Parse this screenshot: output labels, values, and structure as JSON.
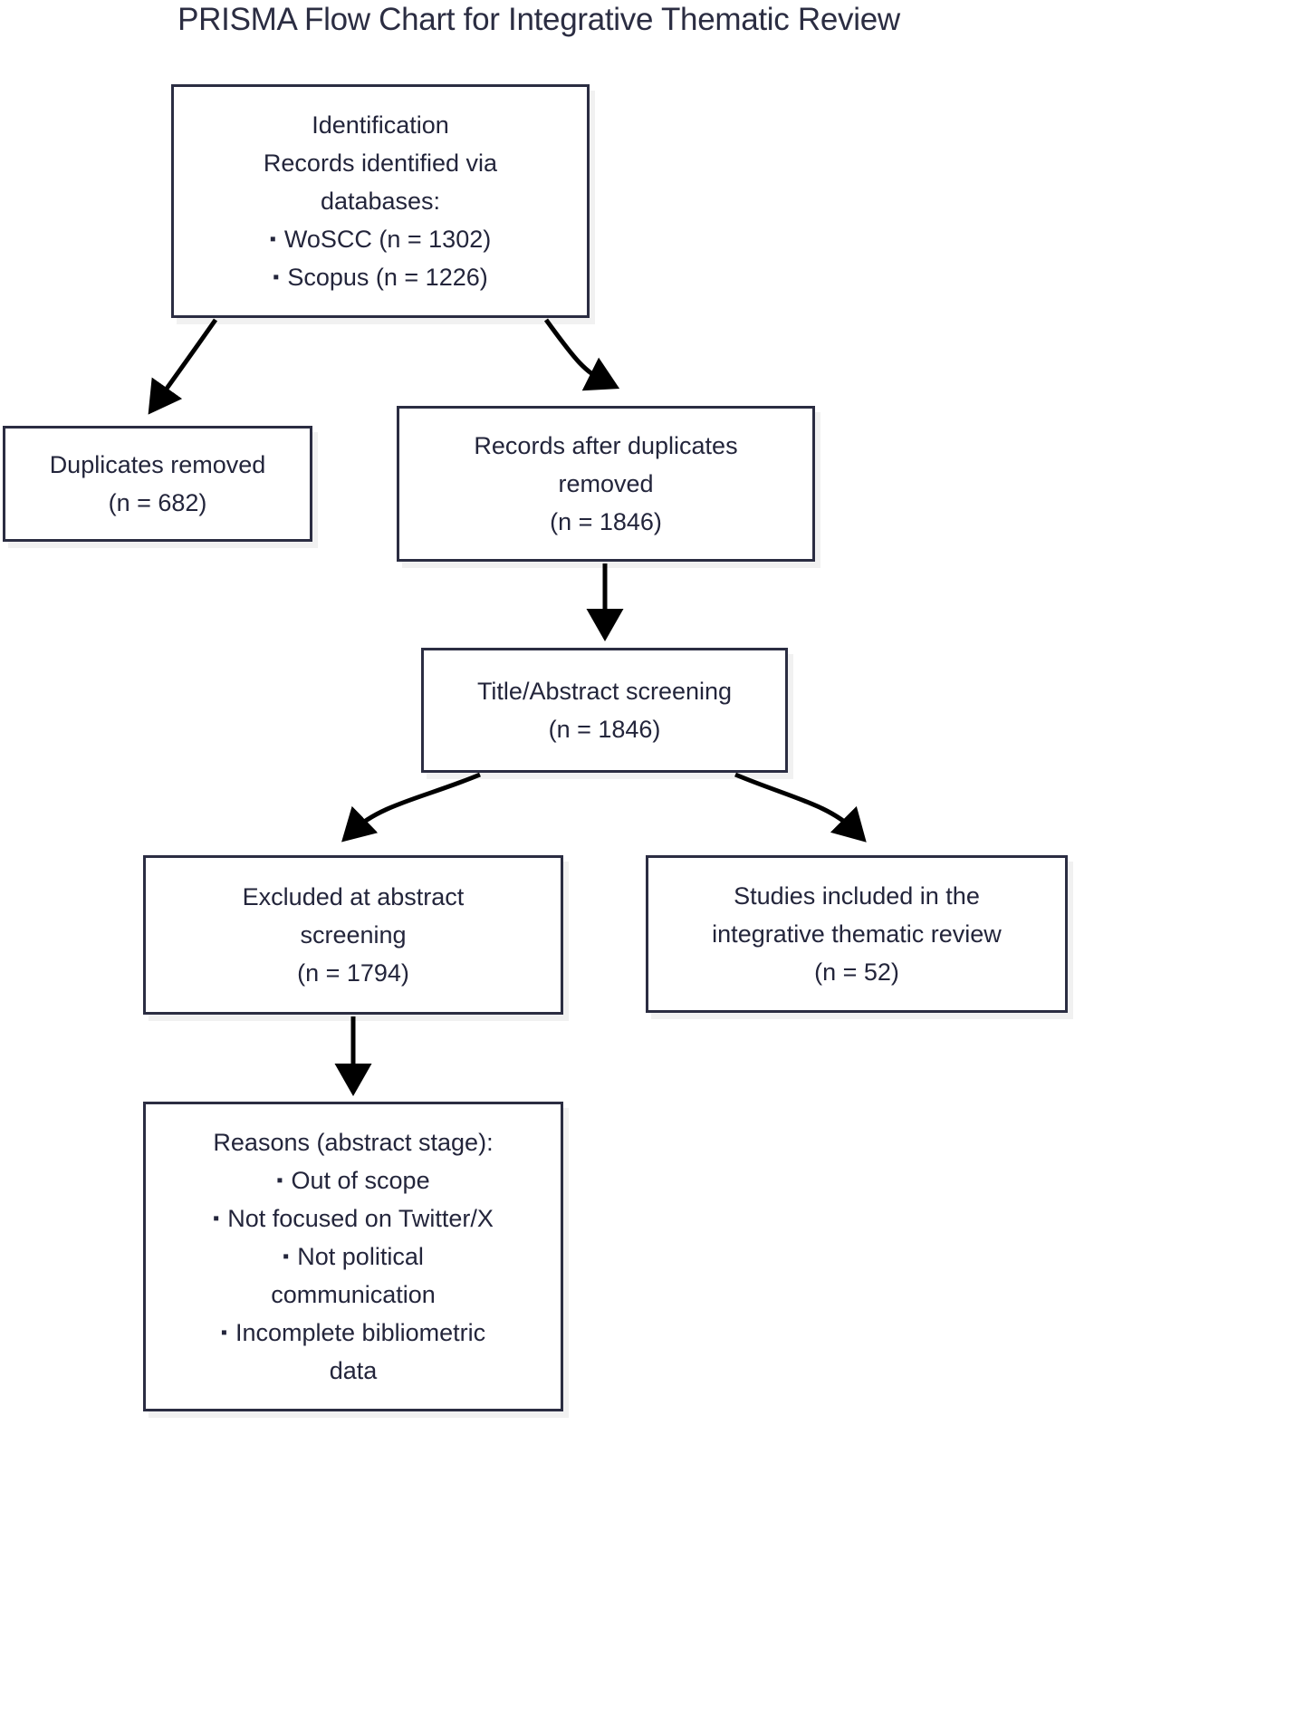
{
  "chart_data": {
    "type": "diagram",
    "diagram_kind": "prisma-flow-chart",
    "title": "PRISMA Flow Chart for Integrative Thematic Review",
    "nodes": [
      {
        "id": "identification",
        "lines": [
          "Identification",
          "Records identified via",
          "databases:"
        ],
        "bullets": [
          "WoSCC (n = 1302)",
          "Scopus (n = 1226)"
        ],
        "counts": {
          "WoSCC": 1302,
          "Scopus": 1226
        }
      },
      {
        "id": "duplicates_removed",
        "lines": [
          "Duplicates removed",
          "(n = 682)"
        ],
        "bullets": [],
        "counts": {
          "n": 682
        }
      },
      {
        "id": "records_after_duplicates",
        "lines": [
          "Records after duplicates",
          "removed",
          "(n = 1846)"
        ],
        "bullets": [],
        "counts": {
          "n": 1846
        }
      },
      {
        "id": "title_abstract_screening",
        "lines": [
          "Title/Abstract screening",
          "(n = 1846)"
        ],
        "bullets": [],
        "counts": {
          "n": 1846
        }
      },
      {
        "id": "excluded_at_abstract",
        "lines": [
          "Excluded at abstract",
          "screening",
          "(n = 1794)"
        ],
        "bullets": [],
        "counts": {
          "n": 1794
        }
      },
      {
        "id": "studies_included",
        "lines": [
          "Studies included in the",
          "integrative thematic review",
          "(n = 52)"
        ],
        "bullets": [],
        "counts": {
          "n": 52
        }
      },
      {
        "id": "reasons_abstract_stage",
        "lines": [
          "Reasons (abstract stage):"
        ],
        "bullets": [
          "Out of scope",
          "Not focused on Twitter/X",
          "Not political communication",
          "Incomplete bibliometric data"
        ],
        "counts": {}
      }
    ],
    "edges": [
      {
        "from": "identification",
        "to": "duplicates_removed",
        "style": "curved"
      },
      {
        "from": "identification",
        "to": "records_after_duplicates",
        "style": "curved"
      },
      {
        "from": "records_after_duplicates",
        "to": "title_abstract_screening",
        "style": "straight"
      },
      {
        "from": "title_abstract_screening",
        "to": "excluded_at_abstract",
        "style": "curved"
      },
      {
        "from": "title_abstract_screening",
        "to": "studies_included",
        "style": "curved"
      },
      {
        "from": "excluded_at_abstract",
        "to": "reasons_abstract_stage",
        "style": "straight"
      }
    ],
    "colors": {
      "box_border": "#2b2d42",
      "text": "#23253b",
      "edge": "#000000",
      "background": "#ffffff"
    }
  },
  "nodes": {
    "identification": {
      "line1": "Identification",
      "line2": "Records identified via",
      "line3": "databases:",
      "bullet1": "WoSCC (n = 1302)",
      "bullet2": "Scopus (n = 1226)"
    },
    "duplicates_removed": {
      "line1": "Duplicates removed",
      "line2": "(n = 682)"
    },
    "records_after_duplicates": {
      "line1": "Records after duplicates",
      "line2": "removed",
      "line3": "(n = 1846)"
    },
    "title_abstract_screening": {
      "line1": "Title/Abstract screening",
      "line2": "(n = 1846)"
    },
    "excluded_at_abstract": {
      "line1": "Excluded at abstract",
      "line2": "screening",
      "line3": "(n = 1794)"
    },
    "studies_included": {
      "line1": "Studies included in the",
      "line2": "integrative thematic review",
      "line3": "(n = 52)"
    },
    "reasons_abstract_stage": {
      "line1": "Reasons (abstract stage):",
      "bullet1": "Out of scope",
      "bullet2": "Not focused on Twitter/X",
      "bullet3": "Not political",
      "bullet3b": "communication",
      "bullet4": "Incomplete bibliometric",
      "bullet4b": "data"
    }
  }
}
